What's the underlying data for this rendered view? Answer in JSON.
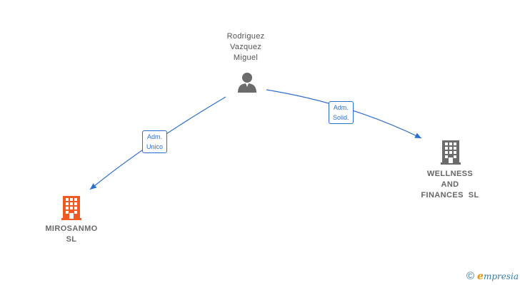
{
  "people": [
    {
      "lines": [
        "Rodriguez",
        "Vazquez",
        "Miguel"
      ],
      "icon": "person-icon"
    }
  ],
  "companies": [
    {
      "lines": [
        "MIROSANMO",
        "SL"
      ],
      "icon": "building-icon",
      "color": "#f05a23"
    },
    {
      "lines": [
        "WELLNESS",
        "AND",
        "FINANCES  SL"
      ],
      "icon": "building-icon",
      "color": "#6b6b6b"
    }
  ],
  "edges": [
    {
      "from": "Rodriguez Vazquez Miguel",
      "to": "MIROSANMO SL",
      "label": [
        "Adm.",
        "Unico"
      ]
    },
    {
      "from": "Rodriguez Vazquez Miguel",
      "to": "WELLNESS AND FINANCES SL",
      "label": [
        "Adm.",
        "Solid."
      ]
    }
  ],
  "colors": {
    "edge": "#2b6fd1",
    "person": "#6b6b6b"
  },
  "brand": {
    "copyright": "©",
    "first_letter": "e",
    "rest": "mpresia"
  }
}
